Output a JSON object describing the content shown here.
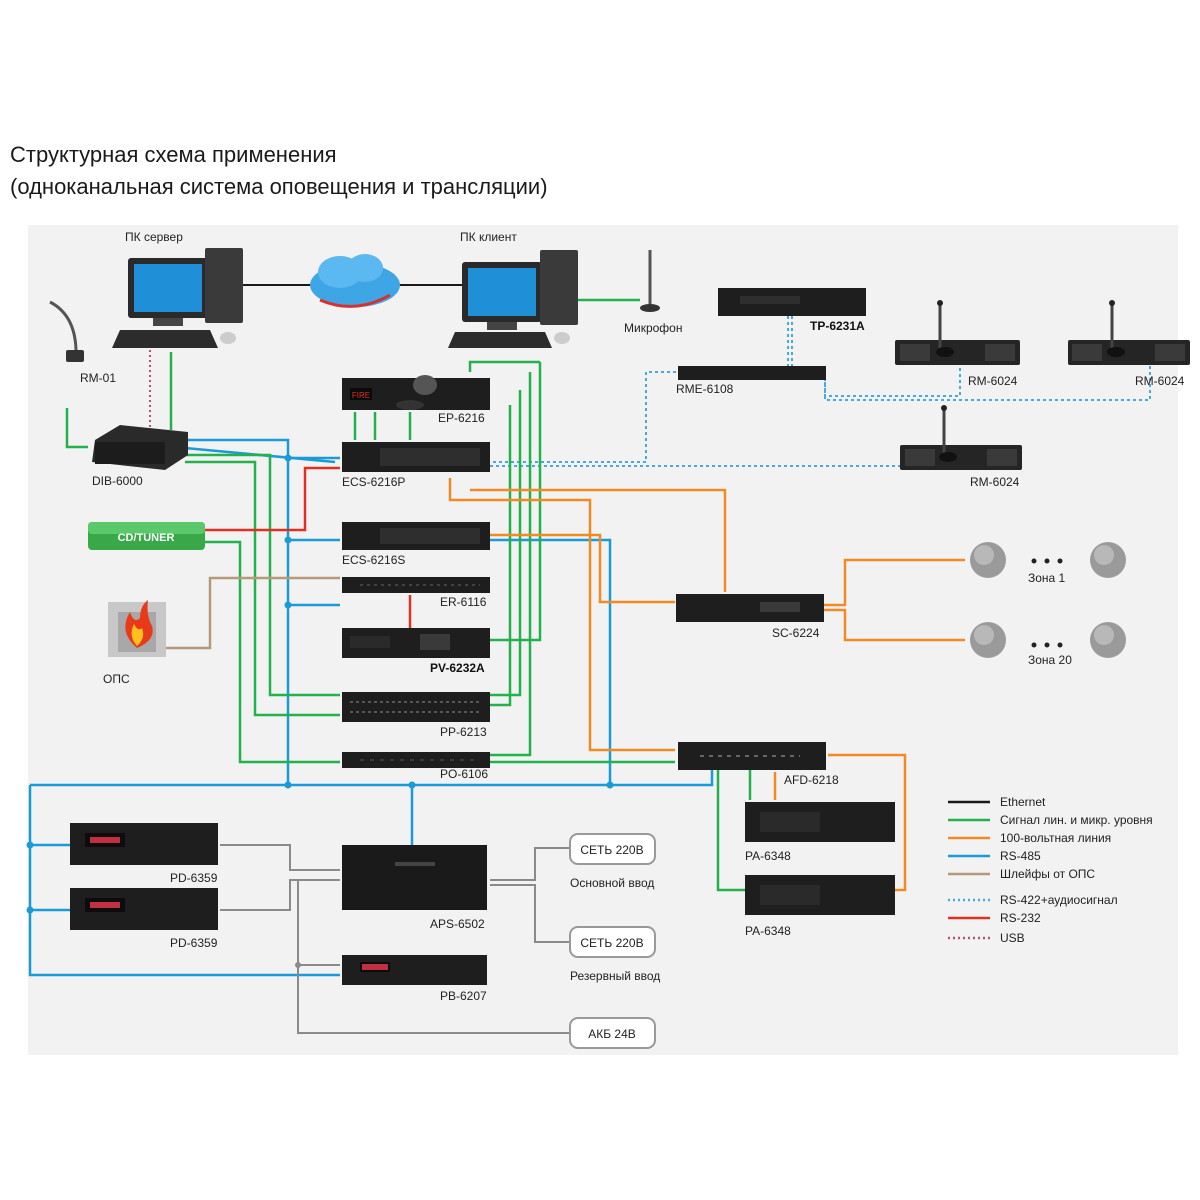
{
  "title_line1": "Структурная схема применения",
  "title_line2": "(одноканальная система оповещения и трансляции)",
  "devices": {
    "pc_server": "ПК сервер",
    "pc_client": "ПК клиент",
    "microphone": "Микрофон",
    "rm01": "RM-01",
    "dib6000": "DIB-6000",
    "cd_tuner": "CD/TUNER",
    "ops": "ОПС",
    "ep6216": "EP-6216",
    "ep6216_display": "FIRE",
    "ecs6216p": "ECS-6216P",
    "ecs6216s": "ECS-6216S",
    "er6116": "ER-6116",
    "pv6232a": "PV-6232A",
    "pp6213": "PP-6213",
    "po6106": "PO-6106",
    "tp6231a": "TP-6231A",
    "rme6108": "RME-6108",
    "rm6024_a": "RM-6024",
    "rm6024_b": "RM-6024",
    "rm6024_c": "RM-6024",
    "sc6224": "SC-6224",
    "zone1": "Зона 1",
    "zone20": "Зона 20",
    "afd6218": "AFD-6218",
    "pa6348_a": "PA-6348",
    "pa6348_b": "PA-6348",
    "pd6359_a": "PD-6359",
    "pd6359_b": "PD-6359",
    "aps6502": "APS-6502",
    "pb6207": "PB-6207",
    "mains1": "СЕТЬ 220В",
    "mains1_caption": "Основной ввод",
    "mains2": "СЕТЬ 220В",
    "mains2_caption": "Резервный ввод",
    "battery": "АКБ 24В"
  },
  "legend": [
    {
      "label": "Ethernet",
      "color": "#1a1a1a",
      "dashed": false
    },
    {
      "label": "Сигнал лин. и микр. уровня",
      "color": "#22b14c",
      "dashed": false
    },
    {
      "label": "100-вольтная линия",
      "color": "#f08a24",
      "dashed": false
    },
    {
      "label": "RS-485",
      "color": "#1a9ad6",
      "dashed": false
    },
    {
      "label": "Шлейфы от ОПС",
      "color": "#b59a7a",
      "dashed": false
    },
    {
      "label": "RS-422+аудиосигнал",
      "color": "#4aa8e0",
      "dashed": true
    },
    {
      "label": "RS-232",
      "color": "#e03020",
      "dashed": false
    },
    {
      "label": "USB",
      "color": "#c0506a",
      "dashed": true
    }
  ]
}
